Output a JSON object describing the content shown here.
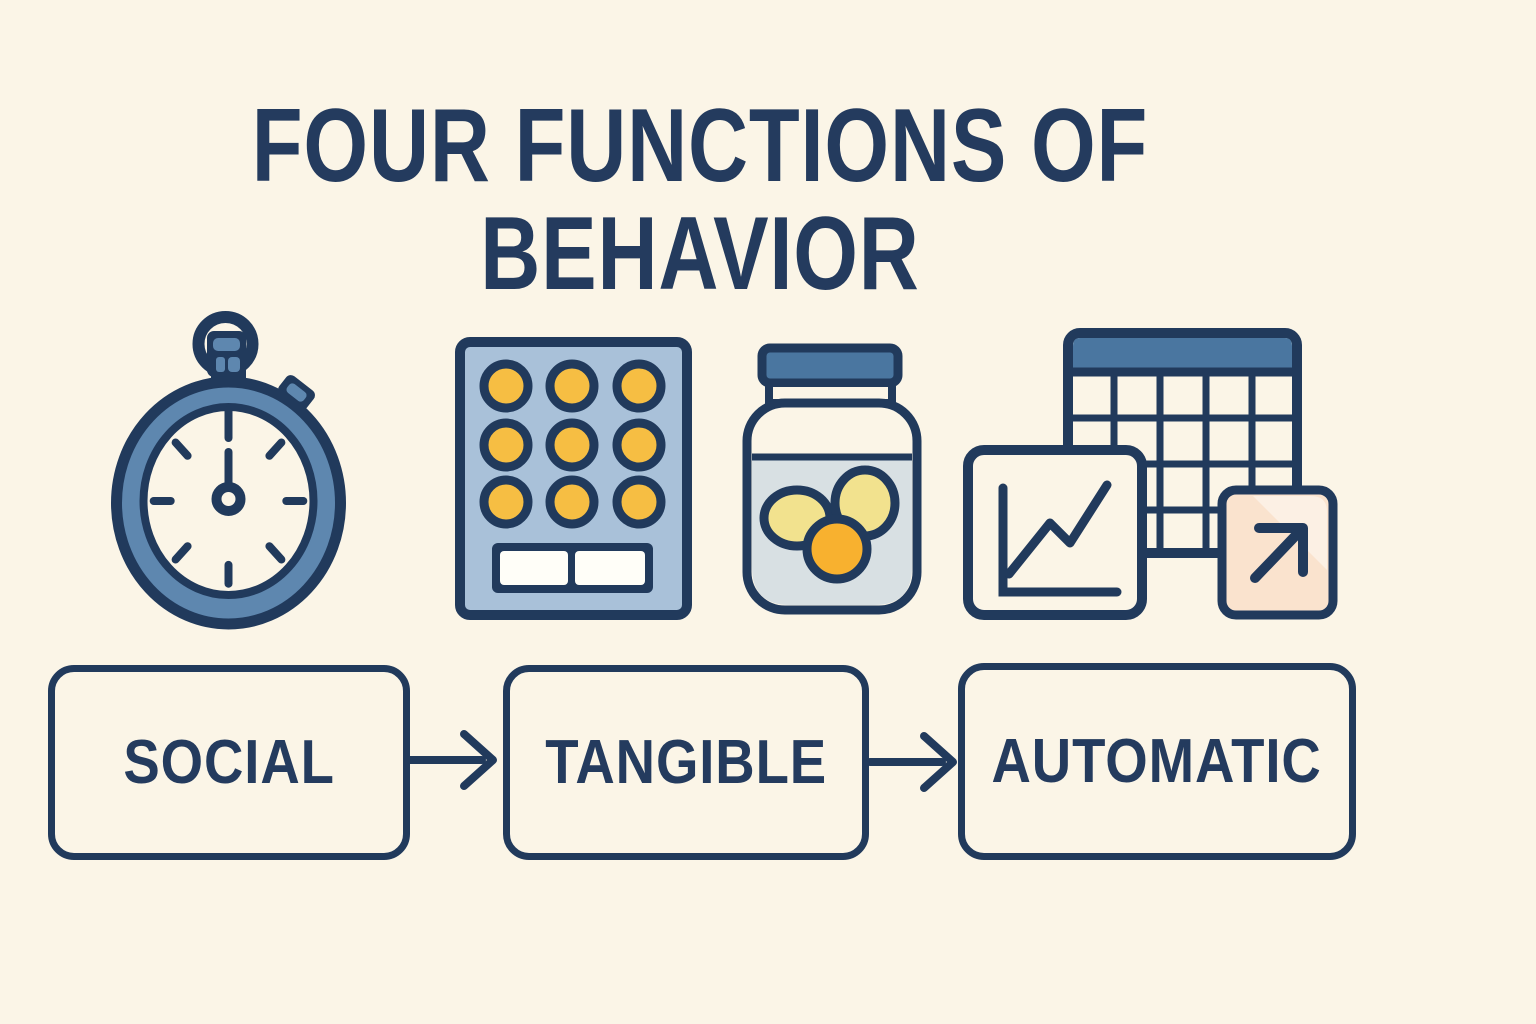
{
  "title": {
    "line1": "FOUR FUNCTIONS OF",
    "line2": "BEHAVIOR"
  },
  "flow": {
    "boxes": [
      {
        "label": "SOCIAL"
      },
      {
        "label": "TANGIBLE"
      },
      {
        "label": "AUTOMATIC"
      }
    ]
  },
  "icons": [
    {
      "name": "stopwatch-icon",
      "depicts": "stopwatch"
    },
    {
      "name": "token-board-icon",
      "depicts": "token board with 3x3 yellow tokens and two slots"
    },
    {
      "name": "candy-jar-icon",
      "depicts": "jar with lid holding three candies"
    },
    {
      "name": "calendar-chart-icon",
      "depicts": "calendar with line-chart card and arrow card"
    }
  ],
  "colors": {
    "background": "#FBF5E7",
    "navy": "#213A5C",
    "title_navy": "#243B5E",
    "medium_blue": "#5E87AF",
    "light_blue": "#A9C1D9",
    "steel_blue": "#4A76A0",
    "token_yellow": "#F6BE43",
    "pale_yellow": "#F2E28E",
    "candy_orange": "#F8B12F",
    "jar_fill": "#D8E0E3",
    "peach": "#FAE3CE"
  }
}
